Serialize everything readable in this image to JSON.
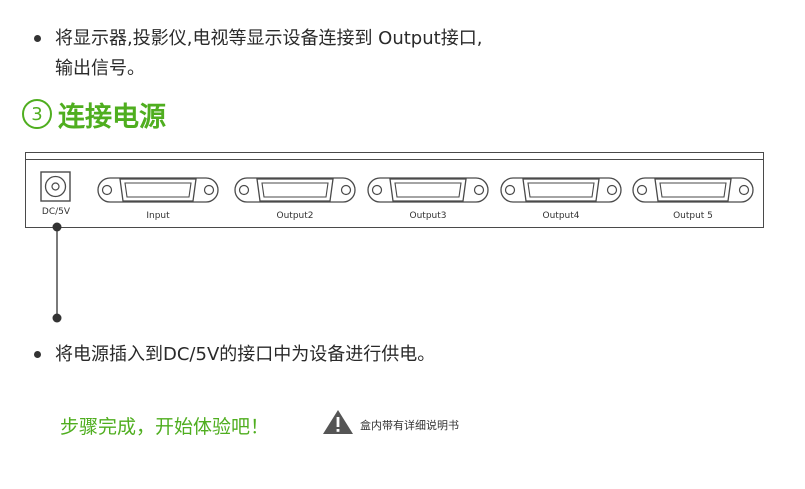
{
  "instructions": {
    "bullet1_line1": "将显示器,投影仪,电视等显示设备连接到 Output接口,",
    "bullet1_line2": "输出信号。",
    "step_number": "3",
    "step_title": "连接电源",
    "bullet2": "将电源插入到DC/5V的接口中为设备进行供电。",
    "finish_text": "步骤完成，开始体验吧！",
    "warning_text": "盒内带有详细说明书"
  },
  "device": {
    "power_label": "DC/5V",
    "ports": [
      {
        "label": "Input"
      },
      {
        "label": "Output2"
      },
      {
        "label": "Output3"
      },
      {
        "label": "Output4"
      },
      {
        "label": "Output 5"
      }
    ]
  },
  "colors": {
    "accent_green": "#4fae1f",
    "text": "#2a2a2a",
    "outline": "#4a4a4a"
  }
}
